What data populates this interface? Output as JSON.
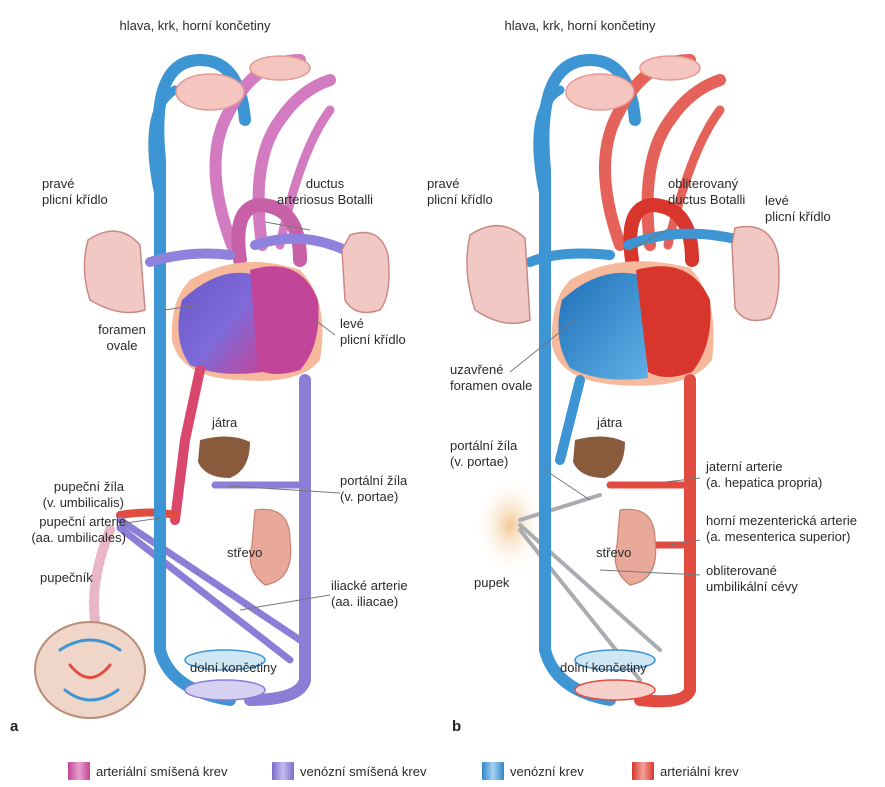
{
  "panel_a": {
    "letter": "a",
    "head": "hlava, krk, horní končetiny",
    "right_lung": [
      "pravé",
      "plicní křídlo"
    ],
    "ductus": [
      "ductus",
      "arteriosus Botalli"
    ],
    "foramen": [
      "foramen",
      "ovale"
    ],
    "left_lung": [
      "levé",
      "plicní křídlo"
    ],
    "liver": "játra",
    "portal_vein": [
      "portální žíla",
      "(v. portae)"
    ],
    "umbilical_vein": [
      "pupeční žíla",
      "(v. umbilicalis)"
    ],
    "umbilical_arteries": [
      "pupeční arterie",
      "(aa. umbilicales)"
    ],
    "intestine": "střevo",
    "cord": "pupečník",
    "iliac_arteries": [
      "iliacké arterie",
      "(aa. iliacae)"
    ],
    "legs": "dolní končetiny"
  },
  "panel_b": {
    "letter": "b",
    "head": "hlava, krk, horní končetiny",
    "right_lung": [
      "pravé",
      "plicní křídlo"
    ],
    "ductus": [
      "obliterovaný",
      "ductus Botalli"
    ],
    "left_lung": [
      "levé",
      "plicní křídlo"
    ],
    "foramen": [
      "uzavřené",
      "foramen ovale"
    ],
    "liver": "játra",
    "portal_vein": [
      "portální žíla",
      "(v. portae)"
    ],
    "hepatic_artery": [
      "jaterní arterie",
      "(a. hepatica propria)"
    ],
    "mesenteric_artery": [
      "horní mezenterická arterie",
      "(a. mesenterica superior)"
    ],
    "intestine": "střevo",
    "navel": "pupek",
    "umbilical_vessels": [
      "obliterované",
      "umbilikální cévy"
    ],
    "legs": "dolní končetiny"
  },
  "legend": [
    {
      "label": "arteriální smíšená krev",
      "color": "#c2459a",
      "color2": "#e8a0cc"
    },
    {
      "label": "venózní smíšená krev",
      "color": "#7a6cc8",
      "color2": "#c4bdf0"
    },
    {
      "label": "venózní krev",
      "color": "#2f86c6",
      "color2": "#a6d4f2"
    },
    {
      "label": "arteriální krev",
      "color": "#d8352c",
      "color2": "#f3a39a"
    }
  ]
}
